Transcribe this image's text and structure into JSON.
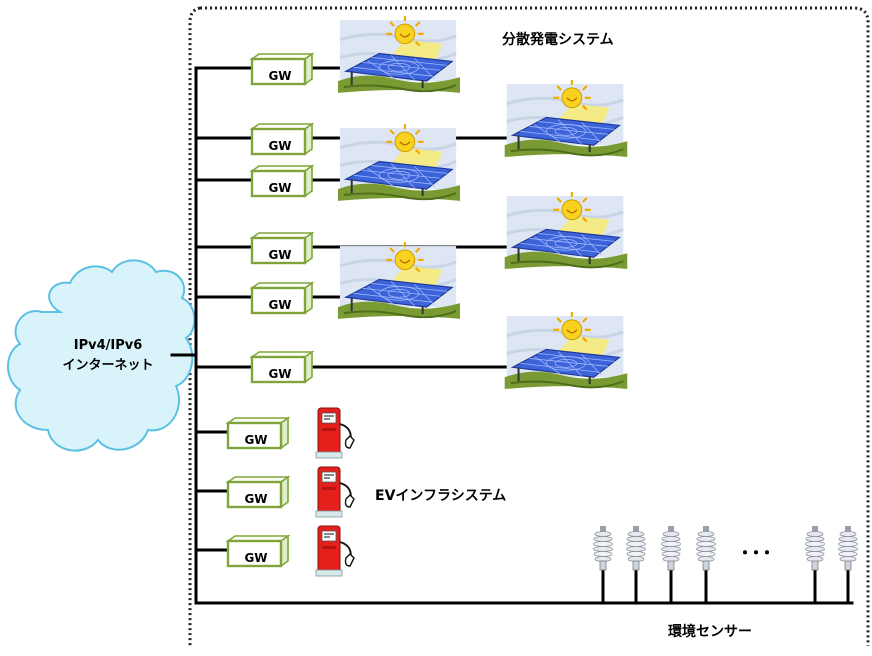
{
  "internet": {
    "line1": "IPv4/IPv6",
    "line2": "インターネット"
  },
  "groups": {
    "distributed_generation": "分散発電システム",
    "ev_infrastructure": "EVインフラシステム",
    "environment_sensors": "環境センサー"
  },
  "gateway_label": "GW",
  "ellipsis": "･･･",
  "icons": {
    "solar": "solar-panel-icon",
    "ev": "ev-charger-icon",
    "sensor": "environment-sensor-icon",
    "cloud": "internet-cloud-icon",
    "gateway": "gateway-box-icon"
  },
  "colors": {
    "gateway_border": "#7fa53a",
    "gateway_fill": "#f3f8e6",
    "cloud_fill": "#d9f3fb",
    "cloud_border": "#5cc0e3",
    "ev_red": "#e3201b",
    "panel_blue": "#3c63d8",
    "sun_yellow": "#f7d21e",
    "line": "#000000"
  }
}
